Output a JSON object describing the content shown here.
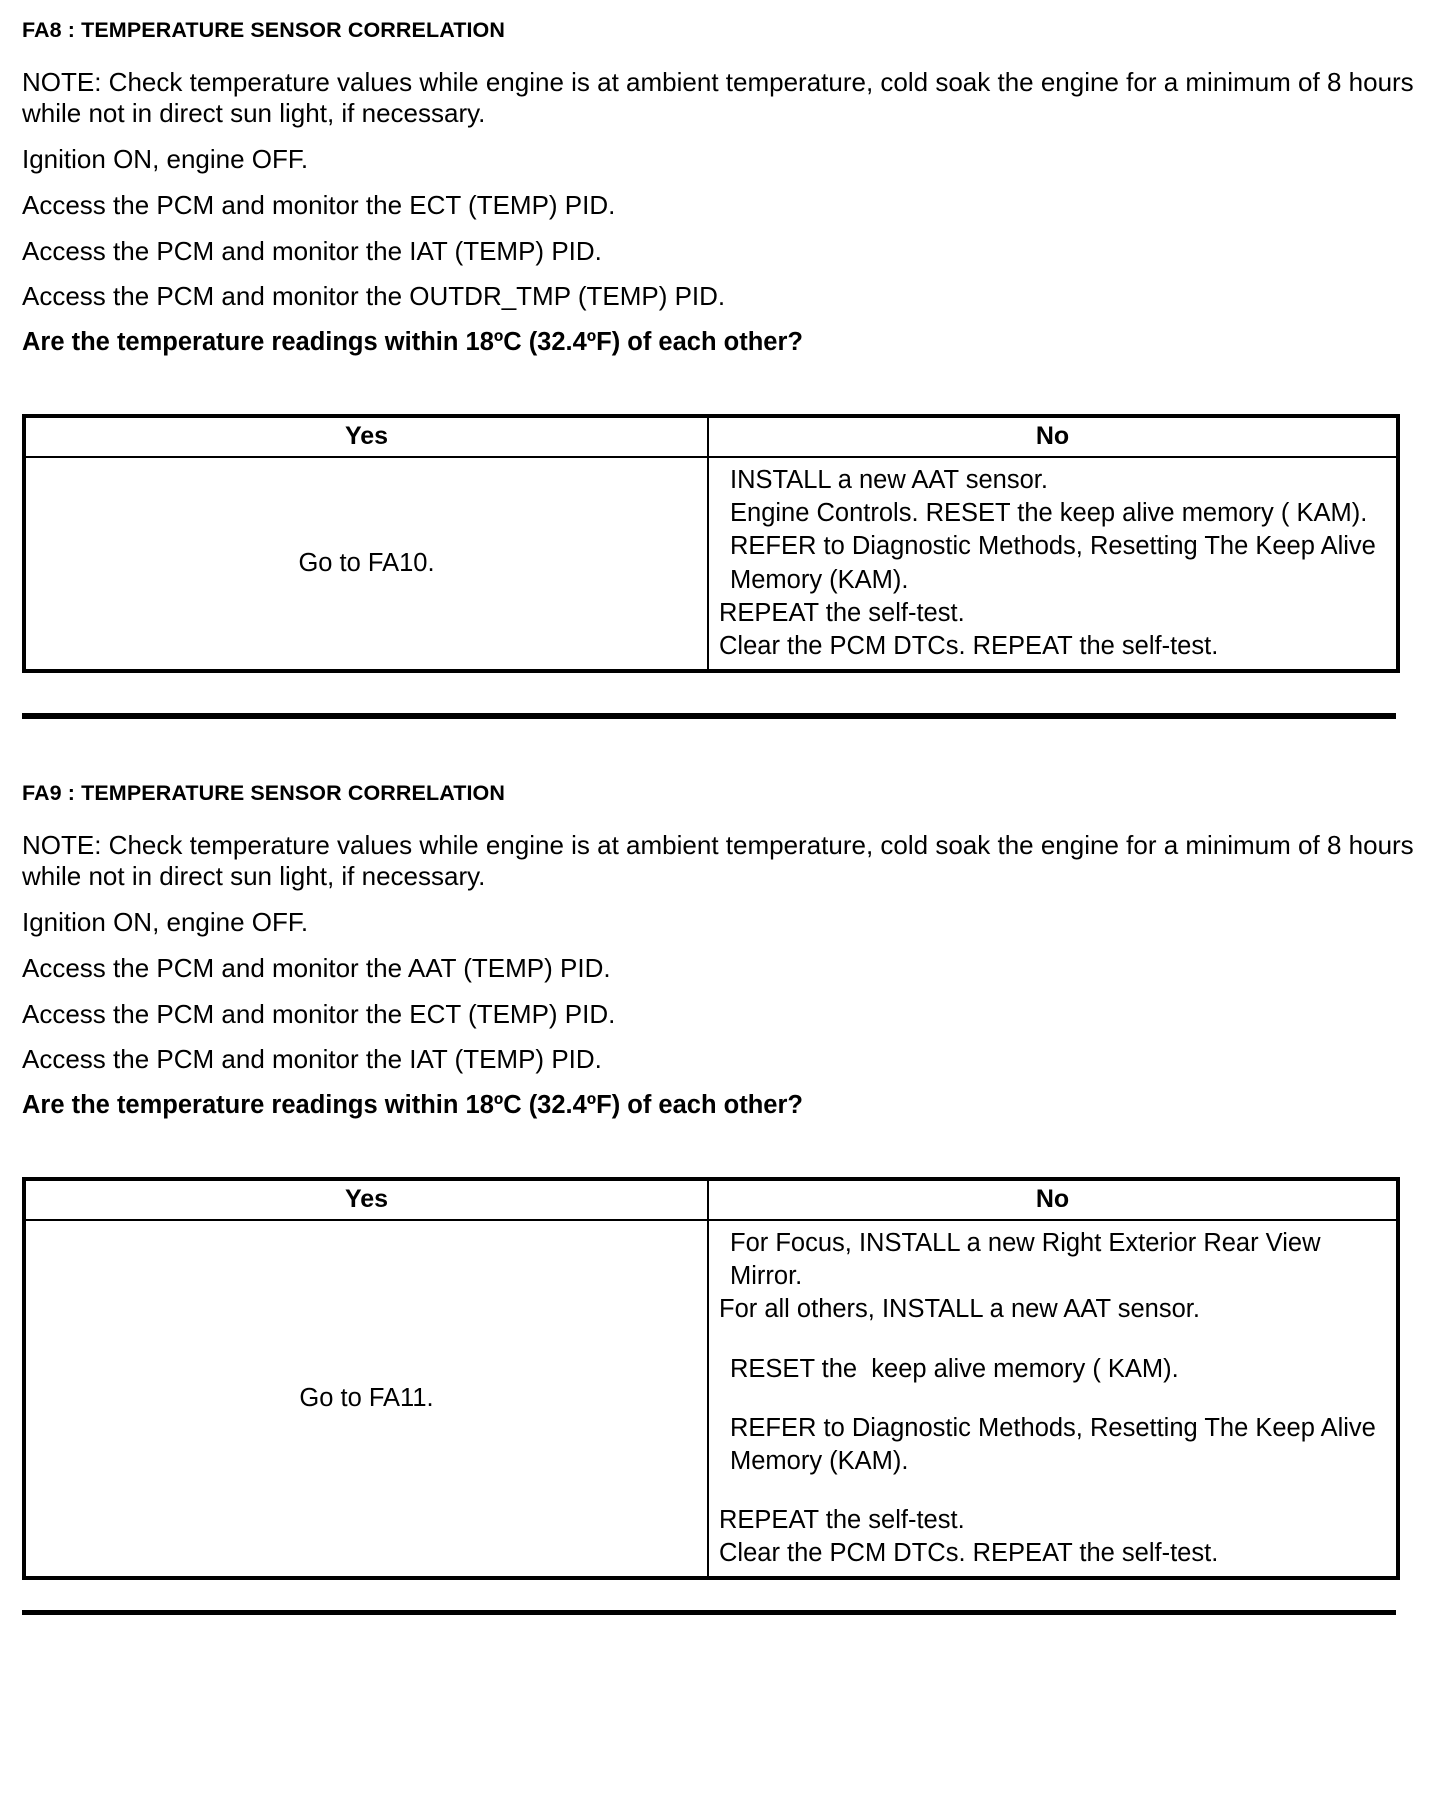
{
  "sections": [
    {
      "id": "fa8",
      "title": "FA8 : TEMPERATURE SENSOR CORRELATION",
      "note": "NOTE: Check temperature values while engine is at ambient temperature, cold soak the engine for a minimum of 8 hours while not in direct sun light, if necessary.",
      "steps": [
        "Ignition ON, engine OFF.",
        "Access the PCM and monitor the  ECT (TEMP) PID.",
        "Access the PCM and monitor the  IAT (TEMP) PID.",
        "Access the PCM and monitor the  OUTDR_TMP (TEMP) PID."
      ],
      "question": "Are the temperature readings within 18ºC (32.4ºF) of each other?",
      "table": {
        "headers": [
          "Yes",
          "No"
        ],
        "yes_action": "Go to FA10.",
        "no_actions": [
          {
            "text": "INSTALL a new AAT sensor.",
            "indent": true,
            "spacer_after": false
          },
          {
            "text": "Engine Controls. RESET the keep alive memory ( KAM). REFER to Diagnostic Methods, Resetting The Keep Alive Memory (KAM).",
            "indent": true,
            "spacer_after": false
          },
          {
            "text": "REPEAT the self-test.",
            "indent": false,
            "spacer_after": false
          },
          {
            "text": "Clear the PCM DTCs. REPEAT the self-test.",
            "indent": false,
            "spacer_after": false
          }
        ]
      }
    },
    {
      "id": "fa9",
      "title": "FA9 : TEMPERATURE SENSOR CORRELATION",
      "note": "NOTE: Check temperature values while engine is at ambient temperature, cold soak the engine for a minimum of 8 hours while not in direct sun light, if necessary.",
      "steps": [
        "Ignition ON, engine OFF.",
        "Access the PCM and monitor the  AAT (TEMP) PID.",
        "Access the PCM and monitor the  ECT (TEMP) PID.",
        "Access the PCM and monitor the  IAT (TEMP) PID."
      ],
      "question": "Are the temperature readings within 18ºC (32.4ºF) of each other?",
      "table": {
        "headers": [
          "Yes",
          "No"
        ],
        "yes_action": "Go to FA11.",
        "no_actions": [
          {
            "text": "For Focus, INSTALL a new Right Exterior Rear View Mirror.",
            "indent": true,
            "spacer_after": false
          },
          {
            "text": "For all others, INSTALL a new AAT sensor.",
            "indent": false,
            "spacer_after": true
          },
          {
            "text": "RESET the  keep alive memory ( KAM).",
            "indent": true,
            "spacer_after": true
          },
          {
            "text": "REFER to Diagnostic Methods, Resetting The Keep Alive Memory (KAM).",
            "indent": true,
            "spacer_after": true
          },
          {
            "text": "REPEAT the self-test.",
            "indent": false,
            "spacer_after": false
          },
          {
            "text": "Clear the PCM DTCs. REPEAT the self-test.",
            "indent": false,
            "spacer_after": false
          }
        ]
      }
    }
  ]
}
